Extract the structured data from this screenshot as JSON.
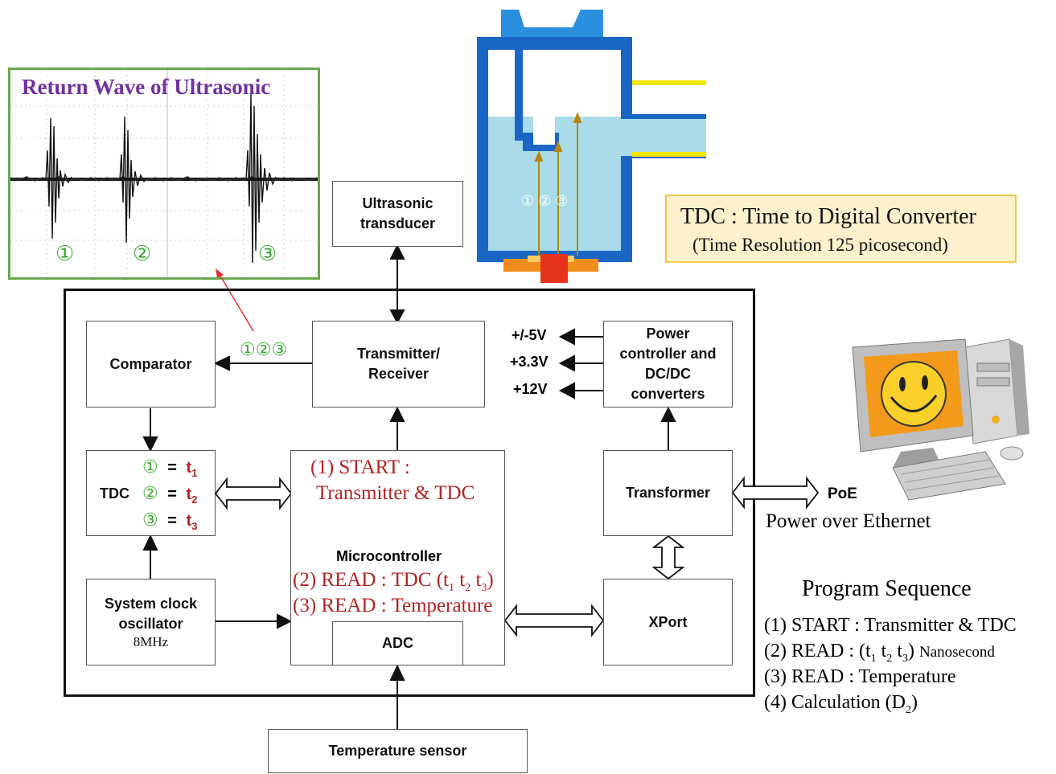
{
  "scope": {
    "title": "Return Wave of Ultrasonic",
    "markers": [
      "①",
      "②",
      "③"
    ]
  },
  "tdc_note": {
    "line1": "TDC : Time to Digital Converter",
    "line2": "(Time Resolution 125 picosecond)"
  },
  "vessel": {
    "markers": "① ② ③"
  },
  "blocks": {
    "ultrasonic_line1": "Ultrasonic",
    "ultrasonic_line2": "transducer",
    "comparator": "Comparator",
    "txrx_line1": "Transmitter/",
    "txrx_line2": "Receiver",
    "power_line1": "Power",
    "power_line2": "controller and",
    "power_line3": "DC/DC",
    "power_line4": "converters",
    "tdc": "TDC",
    "transformer": "Transformer",
    "xport": "XPort",
    "clock_line1": "System clock",
    "clock_line2": "oscillator",
    "clock_freq": "8MHz",
    "adc": "ADC",
    "temp_sensor": "Temperature sensor",
    "micro_label": "Microcontroller"
  },
  "signal_label": "①②③",
  "voltages": [
    "+/-5V",
    "+3.3V",
    "+12V"
  ],
  "tdc_map": [
    {
      "mark": "①",
      "eq": "=",
      "t": "t",
      "sub": "1"
    },
    {
      "mark": "②",
      "eq": "=",
      "t": "t",
      "sub": "2"
    },
    {
      "mark": "③",
      "eq": "=",
      "t": "t",
      "sub": "3"
    }
  ],
  "micro_steps": {
    "s1a": "(1) START :",
    "s1b": "Transmitter & TDC",
    "s2_prefix": "(2) READ : TDC (t",
    "s3": "(3) READ : Temperature"
  },
  "poe": {
    "label": "PoE",
    "desc": "Power over Ethernet"
  },
  "program": {
    "title": "Program Sequence",
    "l1": "(1) START : Transmitter & TDC",
    "l2_prefix": "(2) READ : (t",
    "l2_suffix": "Nanosecond",
    "l3": "(3) READ : Temperature",
    "l4_prefix": "(4) Calculation (D",
    "l4_sub": "2",
    "l4_suffix": ")"
  },
  "colors": {
    "accent_red": "#b22222",
    "marker_green": "#3aa832",
    "scope_border": "#6aa84f",
    "title_purple": "#7030a0",
    "vessel_blue": "#1a66c4",
    "water": "#a9dce8",
    "note_bg": "#fdf0cc",
    "note_border": "#f5c84c"
  }
}
